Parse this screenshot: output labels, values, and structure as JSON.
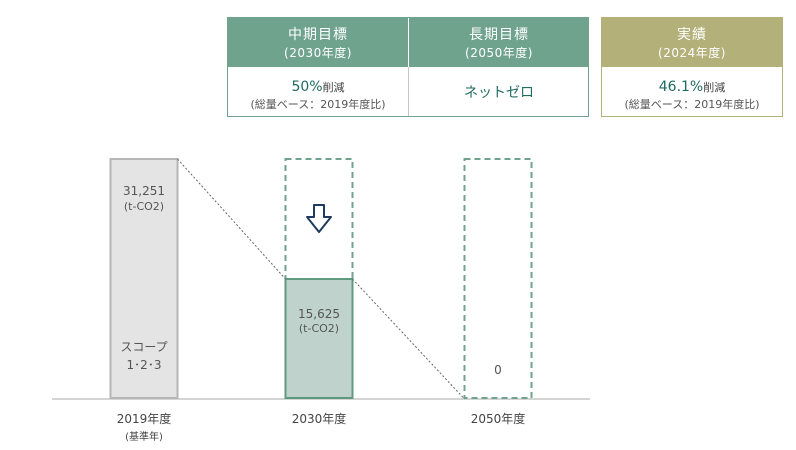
{
  "colors": {
    "green_header": "#6fa38e",
    "green_border": "#6fa38e",
    "green_value": "#1f6b62",
    "olive_header": "#b3b07a",
    "bar_2019_fill": "#e4e4e4",
    "bar_2019_stroke": "#b6b6b6",
    "bar_2030_fill": "#bfd3cc",
    "bar_2030_stroke": "#5f9a80",
    "arrow": "#1f3a5f"
  },
  "targets": {
    "mid": {
      "title": "中期目標",
      "year": "(2030年度)",
      "value": "50%",
      "unit": "削減",
      "basis": "(総量ベース：2019年度比)"
    },
    "long": {
      "title": "長期目標",
      "year": "(2050年度)",
      "value": "ネットゼロ"
    },
    "actual": {
      "title": "実績",
      "year": "(2024年度)",
      "value": "46.1%",
      "unit": "削減",
      "basis": "(総量ベース：2019年度比)"
    }
  },
  "chart_data": {
    "type": "bar",
    "categories": [
      "2019年度",
      "2030年度",
      "2050年度"
    ],
    "category_notes": [
      "(基準年)",
      "",
      ""
    ],
    "values": [
      31251,
      15625,
      0
    ],
    "value_labels": [
      "31,251",
      "15,625",
      "0"
    ],
    "unit_label": "(t-CO2)",
    "scope_label_line1": "スコープ",
    "scope_label_line2": "1･2･3",
    "ylim": [
      0,
      31251
    ],
    "grid": false,
    "legend": "none",
    "arrow_icon": "down-arrow-icon"
  }
}
